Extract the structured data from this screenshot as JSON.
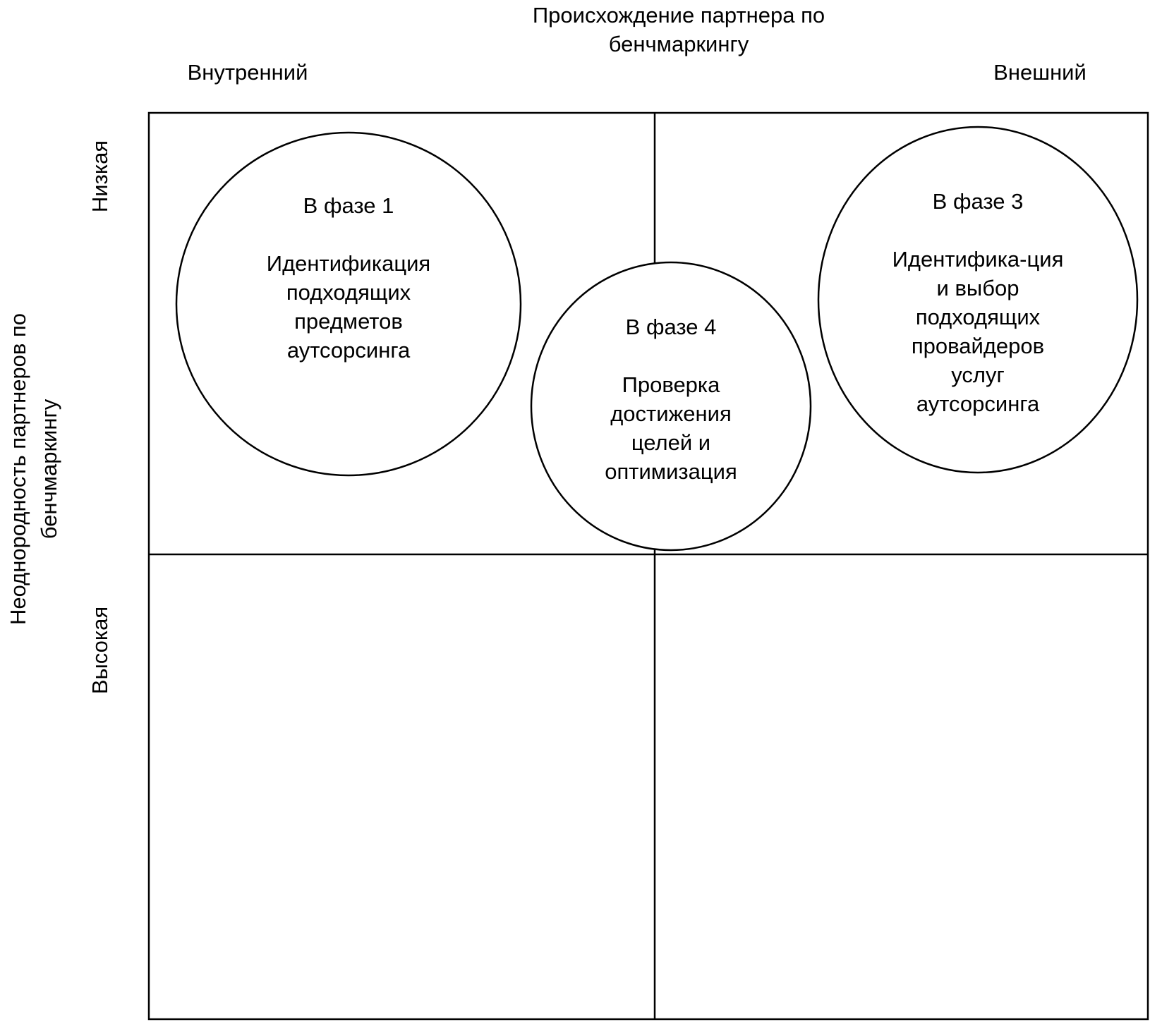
{
  "x_axis": {
    "title_lines": [
      "Происхождение партнера по",
      "бенчмаркингу"
    ],
    "left_label": "Внутренний",
    "right_label": "Внешний"
  },
  "y_axis": {
    "title_lines": [
      "Неоднородность партнеров по",
      "бенчмаркингу"
    ],
    "top_label": "Низкая",
    "bottom_label": "Высокая"
  },
  "phases": [
    {
      "id": "phase-1",
      "heading": "В фазе 1",
      "lines": [
        "Идентификация",
        "подходящих",
        "предметов",
        "аутсорсинга"
      ]
    },
    {
      "id": "phase-4",
      "heading": "В фазе 4",
      "lines": [
        "Проверка",
        "достижения",
        "целей и",
        "оптимизация"
      ]
    },
    {
      "id": "phase-3",
      "heading": "В фазе 3",
      "lines": [
        "Идентифика-ция",
        "и выбор",
        "подходящих",
        "провайдеров",
        "услуг",
        "аутсорсинга"
      ]
    }
  ],
  "colors": {
    "line": "#000000",
    "background": "#ffffff",
    "text": "#000000"
  }
}
